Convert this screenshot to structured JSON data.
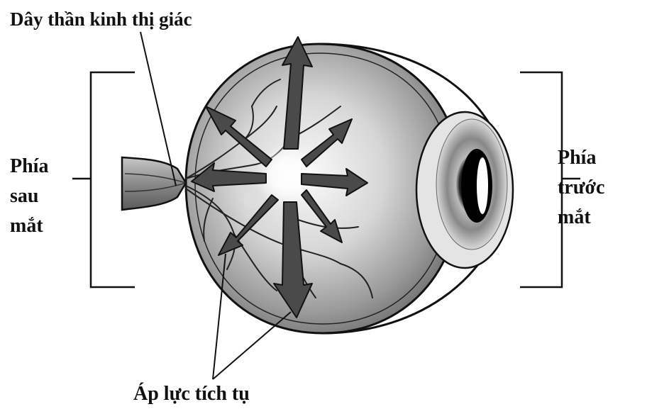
{
  "labels": {
    "optic_nerve": "Dây thần kinh thị giác",
    "back_of_eye": [
      "Phía",
      "sau",
      "mắt"
    ],
    "front_of_eye": [
      "Phía",
      "trước",
      "mắt"
    ],
    "pressure_buildup": "Áp lực tích tụ"
  }
}
